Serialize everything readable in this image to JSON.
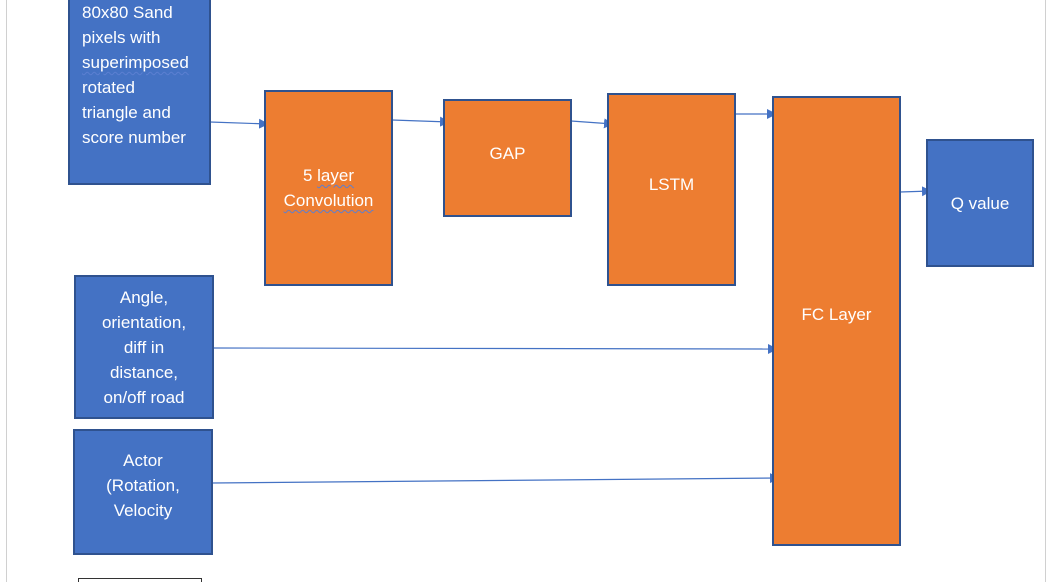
{
  "colors": {
    "input_box": "#4472c4",
    "layer_box": "#ed7d31",
    "box_border": "#2f528f",
    "arrow": "#4472c4",
    "text": "#ffffff"
  },
  "nodes": {
    "image_input": {
      "line1": "80x80 Sand",
      "line2_pre": "pixels with",
      "line3": "superimposed",
      "line4": "rotated",
      "line5": "triangle and",
      "line6": "score number"
    },
    "conv": {
      "line1_pre": "5 ",
      "line1_word": "layer",
      "line2": "Convolution"
    },
    "gap": {
      "label": "GAP"
    },
    "lstm": {
      "label": "LSTM"
    },
    "fc": {
      "label": "FC Layer"
    },
    "q": {
      "label": "Q value"
    },
    "state_input": {
      "label": "Angle,\norientation,\ndiff in\ndistance,\non/off road"
    },
    "actor_input": {
      "label": "Actor\n(Rotation,\nVelocity"
    }
  }
}
